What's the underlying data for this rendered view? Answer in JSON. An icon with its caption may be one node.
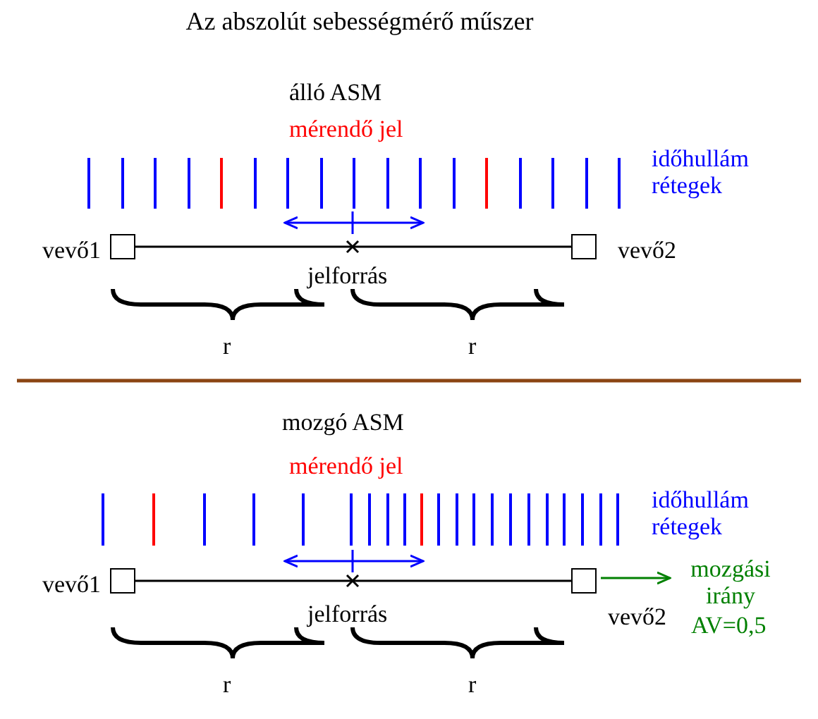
{
  "diagram": {
    "title": "Az abszolút sebességmérő műszer",
    "nodes": [
      {
        "text": [
          "vevő1"
        ]
      },
      {
        "text": [
          "vevő2"
        ]
      },
      {
        "text": [
          "vevő1"
        ]
      },
      {
        "text": [
          "vevő2"
        ]
      }
    ],
    "edges": [
      {
        "from": 0,
        "to": 1,
        "arrow": "none"
      },
      {
        "from": 2,
        "to": 3,
        "arrow": "none"
      }
    ],
    "labels": [
      "álló ASM",
      "mérendő jel",
      "időhullám rétegek",
      "jelforrás",
      "r",
      "r",
      "mozgó ASM",
      "mérendő jel",
      "időhullám rétegek",
      "jelforrás",
      "r",
      "r",
      "mozgási irány",
      "AV=0,5"
    ]
  }
}
